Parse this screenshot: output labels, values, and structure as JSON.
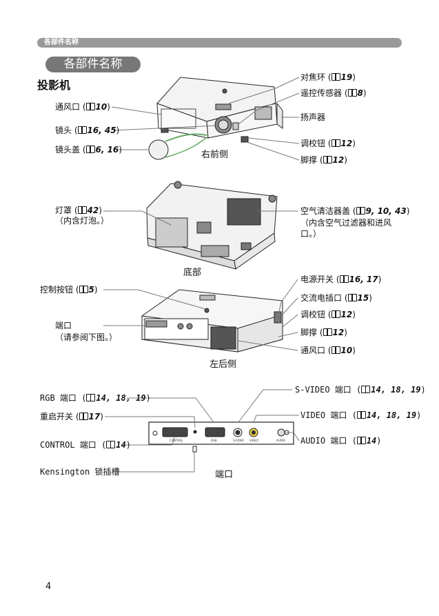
{
  "header": {
    "section_tab": "各部件名称"
  },
  "title": "各部件名称",
  "subtitle": "投影机",
  "front": {
    "caption": "右前侧",
    "labels": {
      "vent": {
        "text": "通风口 (",
        "ref": "10"
      },
      "lens": {
        "text": "镜头 (",
        "ref": "16, 45"
      },
      "lens_cap": {
        "text": "镜头盖 (",
        "ref": "6, 16"
      },
      "focus_ring": {
        "text": "对焦环 (",
        "ref": "19"
      },
      "remote_sensor": {
        "text": "遥控传感器 (",
        "ref": "8"
      },
      "speaker": {
        "text": "扬声器"
      },
      "elevator_button": {
        "text": "调校钮 (",
        "ref": "12"
      },
      "elevator_foot": {
        "text": "脚撑 (",
        "ref": "12"
      }
    }
  },
  "bottom": {
    "caption": "底部",
    "labels": {
      "lamp_cover": {
        "text": "灯罩 (",
        "ref": "42",
        "note": "（内含灯泡。）"
      },
      "filter_cover": {
        "text": "空气清洁器盖 (",
        "ref": "9, 10, 43",
        "note1": "（内含空气过滤器和进风",
        "note2": "口。）"
      }
    }
  },
  "rear": {
    "caption": "左后侧",
    "labels": {
      "control_buttons": {
        "text": "控制按钮 (",
        "ref": "5"
      },
      "ports": {
        "text": "端口",
        "note": "（请参阅下图。）"
      },
      "power_switch": {
        "text": "电源开关 (",
        "ref": "16, 17"
      },
      "ac_inlet": {
        "text": "交流电插口 (",
        "ref": "15"
      },
      "elevator_button": {
        "text": "调校钮 (",
        "ref": "12"
      },
      "elevator_foot": {
        "text": "脚撑 (",
        "ref": "12"
      },
      "vent": {
        "text": "通风口 (",
        "ref": "10"
      }
    }
  },
  "ports": {
    "caption": "端口",
    "labels": {
      "rgb": {
        "text": "RGB 端口 (",
        "ref": "14, 18, 19"
      },
      "reset": {
        "text": "重启开关 (",
        "ref": "17"
      },
      "control": {
        "text": "CONTROL 端口 (",
        "ref": "14"
      },
      "kensington": {
        "text": "Kensington 锁插槽"
      },
      "svideo": {
        "text": "S-VIDEO 端口 (",
        "ref": "14, 18, 19"
      },
      "video": {
        "text": "VIDEO 端口 (",
        "ref": "14, 18, 19"
      },
      "audio": {
        "text": "AUDIO 端口 (",
        "ref": "14"
      }
    },
    "panel_text": {
      "control": "CONTROL",
      "rgb": "RGB",
      "svideo": "S-VIDEO",
      "video": "VIDEO",
      "audio": "AUDIO"
    }
  },
  "page_number": "4"
}
